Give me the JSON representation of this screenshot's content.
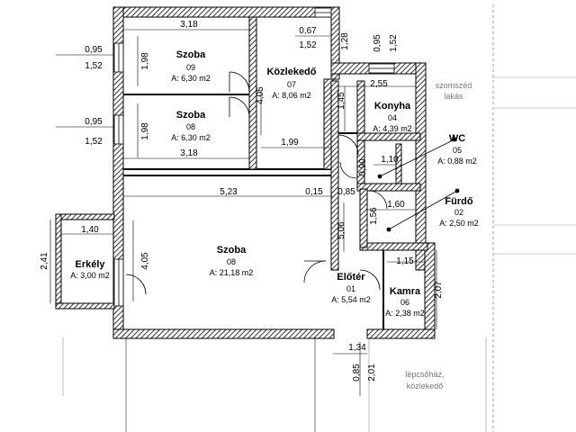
{
  "rooms": {
    "szoba_09": {
      "name": "Szoba",
      "number": "09",
      "area": "A: 6,30 m2"
    },
    "szoba_08_small": {
      "name": "Szoba",
      "number": "08",
      "area": "A: 6,30 m2"
    },
    "kozlekedo": {
      "name": "Közlekedő",
      "number": "07",
      "area": "A: 8,06 m2"
    },
    "konyha": {
      "name": "Konyha",
      "number": "04",
      "area": "A: 4,39 m2"
    },
    "wc": {
      "name": "WC",
      "number": "05",
      "area": "A: 0,88 m2"
    },
    "furdo": {
      "name": "Fürdő",
      "number": "02",
      "area": "A: 2,50 m2"
    },
    "szoba_big": {
      "name": "Szoba",
      "number": "08",
      "area": "A: 21,18 m2"
    },
    "eloter": {
      "name": "Előtér",
      "number": "01",
      "area": "A: 5,54 m2"
    },
    "kamra": {
      "name": "Kamra",
      "number": "06",
      "area": "A: 2,38 m2"
    },
    "erkely": {
      "name": "Erkély",
      "area": "A: 3,00 m2"
    }
  },
  "notes": {
    "neighbor_1": "szomszéd",
    "neighbor_2": "lakás",
    "stair_1": "lépcsőház,",
    "stair_2": "közlekedő"
  },
  "dimensions": {
    "top_width": "3,18",
    "mid_width": "3,18",
    "win_095_a": "0,95",
    "win_152_a": "1,52",
    "win_095_b": "0,95",
    "win_152_b": "1,52",
    "h_198_a": "1,98",
    "h_198_b": "1,98",
    "cor_067": "0,67",
    "cor_152": "1,52",
    "cor_128": "1,28",
    "k_095": "0,95",
    "k_152": "1,52",
    "cor_405": "4,05",
    "cor_199": "1,99",
    "k_255": "2,55",
    "k_145": "1,45",
    "wc_110": "1,10",
    "wc_090": "0,90",
    "f_160": "1,60",
    "f_156": "1,56",
    "w_523": "5,23",
    "w_015": "0,15",
    "w_085": "0,85",
    "e_506": "5,06",
    "b_140": "1,40",
    "b_241": "2,41",
    "b_405": "4,05",
    "km_115": "1,15",
    "km_207": "2,07",
    "d_134": "1,34",
    "d_085": "0,85",
    "d_201": "2,01"
  }
}
